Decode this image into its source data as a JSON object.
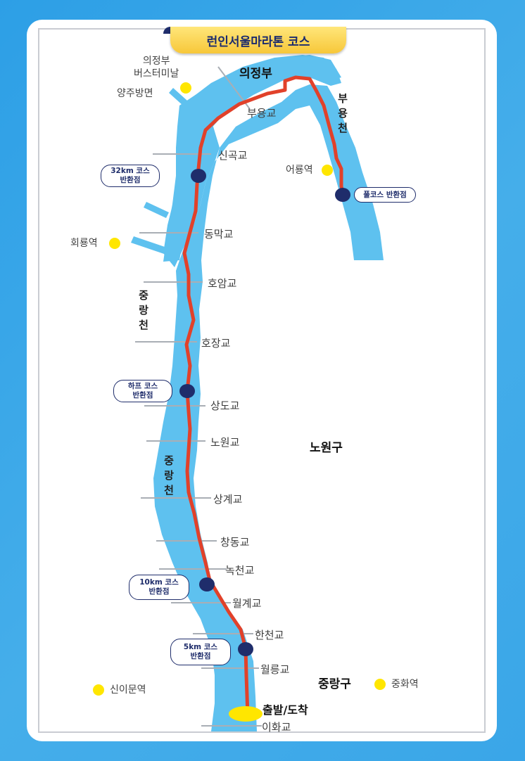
{
  "title": "런인서울마라톤 코스",
  "regions": {
    "uijeongbu": "의정부",
    "nowon": "노원구",
    "jungnang": "중랑구"
  },
  "streams": {
    "buyongcheon": "부용천",
    "jungnangcheon_upper": "중랑천",
    "jungnangcheon_lower": "중랑천"
  },
  "bridges": [
    "부용교",
    "신곡교",
    "동막교",
    "호암교",
    "호장교",
    "상도교",
    "노원교",
    "상계교",
    "창동교",
    "녹천교",
    "월계교",
    "한천교",
    "월릉교",
    "이화교"
  ],
  "places": {
    "uijeongbu_terminal": "의정부\n버스터미날",
    "yangju": "양주방면",
    "hoeryong": "회룡역",
    "eoryong": "어룡역",
    "sinimun": "신이문역",
    "junghwa": "중화역"
  },
  "turnpoints": {
    "km32": [
      "32km 코스",
      "반환점"
    ],
    "full": "풀코스 반환점",
    "half": [
      "하프 코스",
      "반환점"
    ],
    "km10": [
      "10km 코스",
      "반환점"
    ],
    "km5": [
      "5km 코스",
      "반환점"
    ]
  },
  "start_finish": "출발/도착",
  "colors": {
    "river": "#5ec1ef",
    "route": "#e1412a",
    "marker": "#1f2d6b",
    "station": "#ffe600",
    "start": "#ffe600",
    "background": "#3aa6e8"
  }
}
